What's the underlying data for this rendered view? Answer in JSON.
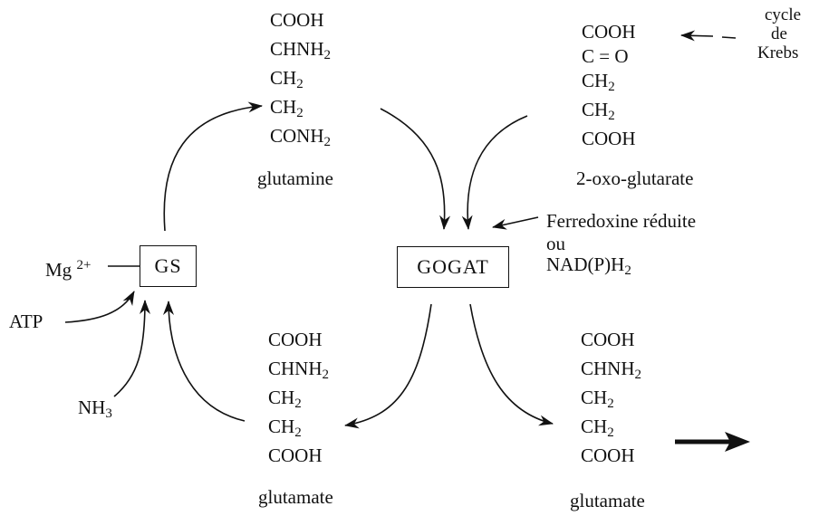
{
  "glutamine": {
    "formula": [
      {
        "base": "COOH",
        "sub": ""
      },
      {
        "base": "CHNH",
        "sub": "2"
      },
      {
        "base": "CH",
        "sub": "2"
      },
      {
        "base": "CH",
        "sub": "2"
      },
      {
        "base": "CONH",
        "sub": "2"
      }
    ],
    "name": "glutamine"
  },
  "oxoglutarate": {
    "formula": [
      {
        "base": "COOH",
        "sub": ""
      },
      {
        "base": "C = O",
        "sub": ""
      },
      {
        "base": "CH",
        "sub": "2"
      },
      {
        "base": "CH",
        "sub": "2"
      },
      {
        "base": "COOH",
        "sub": ""
      }
    ],
    "name": "2-oxo-glutarate"
  },
  "glutamate_left": {
    "formula": [
      {
        "base": "COOH",
        "sub": ""
      },
      {
        "base": "CHNH",
        "sub": "2"
      },
      {
        "base": "CH",
        "sub": "2"
      },
      {
        "base": "CH",
        "sub": "2"
      },
      {
        "base": "COOH",
        "sub": ""
      }
    ],
    "name": "glutamate"
  },
  "glutamate_right": {
    "formula": [
      {
        "base": "COOH",
        "sub": ""
      },
      {
        "base": "CHNH",
        "sub": "2"
      },
      {
        "base": "CH",
        "sub": "2"
      },
      {
        "base": "CH",
        "sub": "2"
      },
      {
        "base": "COOH",
        "sub": ""
      }
    ],
    "name": "glutamate"
  },
  "krebs": [
    "cycle",
    "de",
    "Krebs"
  ],
  "enzymes": {
    "gs": "GS",
    "gogat": "GOGAT"
  },
  "cofactors": {
    "mg": {
      "base": "Mg",
      "sup": "2+"
    },
    "atp": "ATP",
    "nh3": {
      "base": "NH",
      "sub": "3"
    },
    "ferredoxine": "Ferredoxine réduite",
    "ou": "ou",
    "nadph": {
      "base": "NAD(P)H",
      "sub": "2"
    }
  }
}
